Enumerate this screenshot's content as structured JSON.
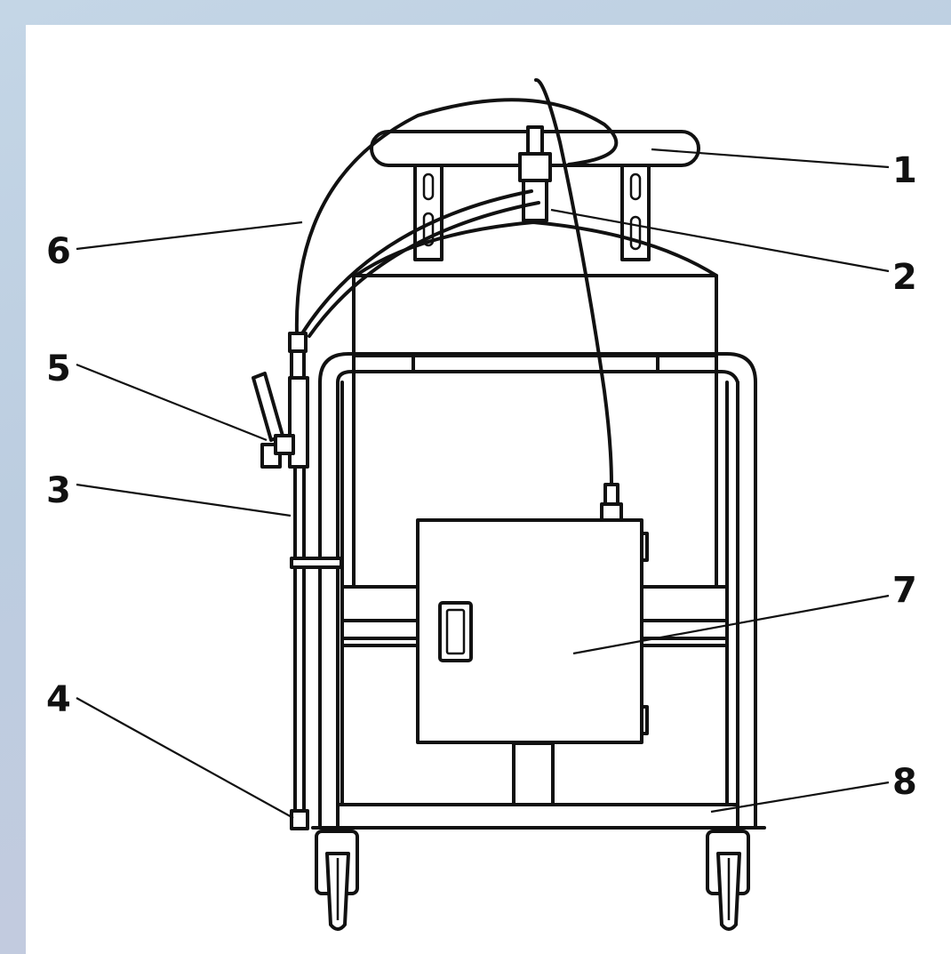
{
  "callouts": [
    {
      "id": "1",
      "text": "1"
    },
    {
      "id": "2",
      "text": "2"
    },
    {
      "id": "3",
      "text": "3"
    },
    {
      "id": "4",
      "text": "4"
    },
    {
      "id": "5",
      "text": "5"
    },
    {
      "id": "6",
      "text": "6"
    },
    {
      "id": "7",
      "text": "7"
    },
    {
      "id": "8",
      "text": "8"
    }
  ],
  "colors": {
    "line": "#111111",
    "sheet": "#ffffff",
    "background": "#c4d6e6"
  }
}
